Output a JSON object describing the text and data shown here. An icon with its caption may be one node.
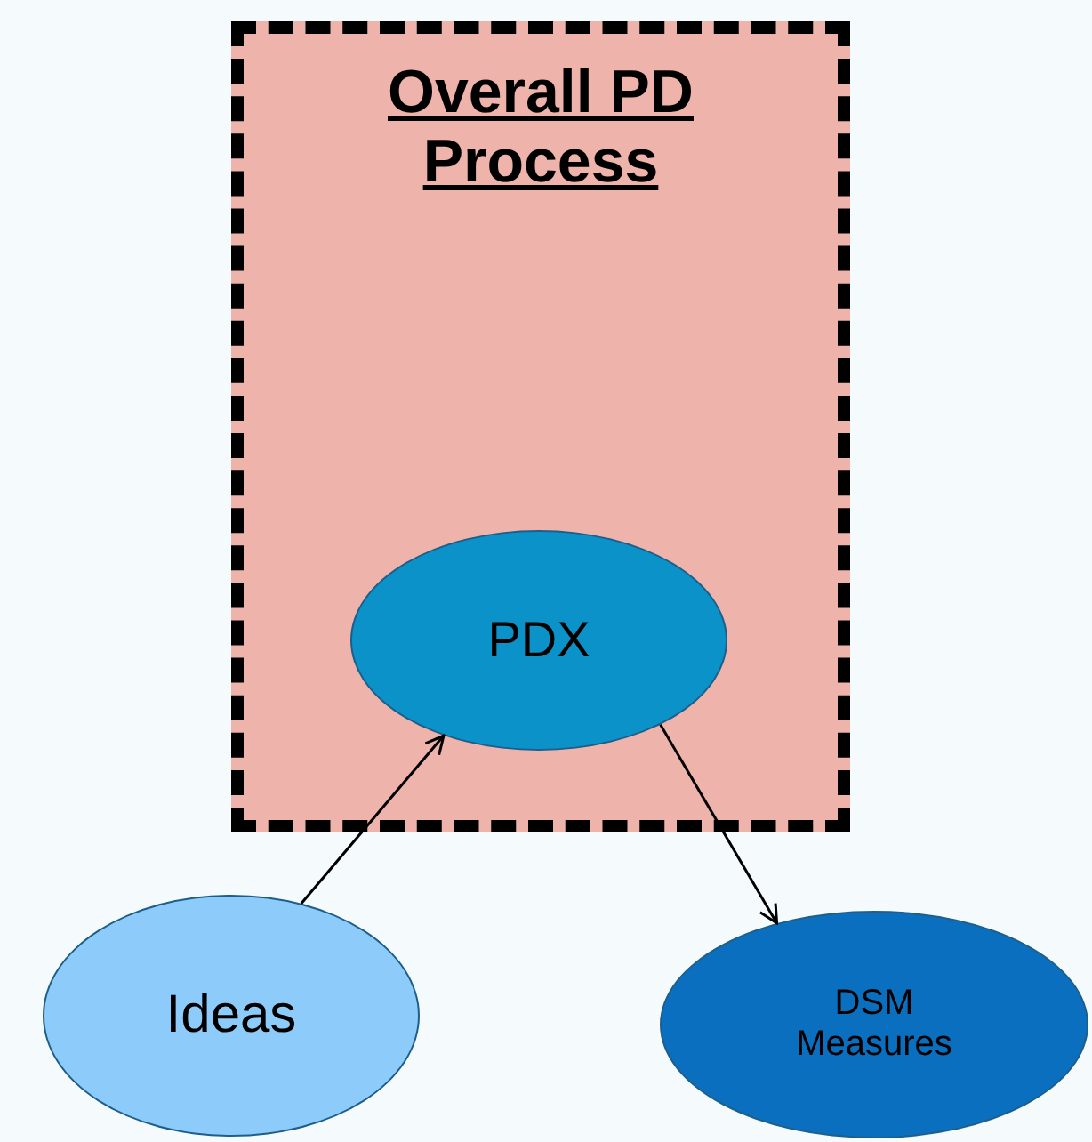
{
  "diagram": {
    "nodes": [
      {
        "text": [
          "Overall PD Process"
        ]
      },
      {
        "text": [
          "PDX"
        ],
        "in": 0
      },
      {
        "text": [
          "Ideas"
        ]
      },
      {
        "text": [
          "DSM Measures"
        ]
      }
    ],
    "edges": [
      {
        "from": 2,
        "to": 1,
        "arrow": "to"
      },
      {
        "from": 1,
        "to": 3,
        "arrow": "to"
      }
    ]
  }
}
